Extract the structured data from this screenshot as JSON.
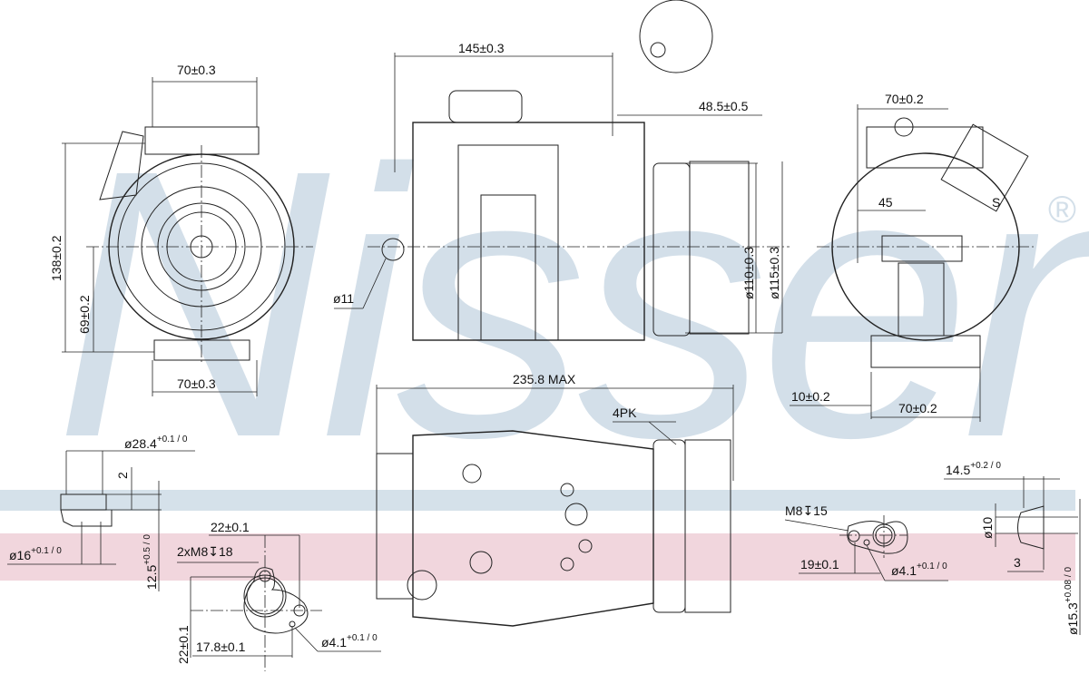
{
  "watermark": {
    "brand": "Nissens",
    "registered": "®"
  },
  "colors": {
    "band_blue": "#d5e1ea",
    "band_pink": "#f1d6dd",
    "watermark": "#d3dfe9",
    "line": "#222222"
  },
  "front_view": {
    "top_width": "70±0.3",
    "bottom_width": "70±0.3",
    "height": "138±0.2",
    "axis_height": "69±0.2"
  },
  "side_view": {
    "length": "145±0.3",
    "pulley_offset": "48.5±0.5",
    "mount_hole": "ø11",
    "pulley_inner": "ø110±0.3",
    "pulley_outer": "ø115±0.3"
  },
  "rear_view": {
    "top_width": "70±0.2",
    "offset": "45",
    "bottom_offset": "10±0.2",
    "bottom_width": "70±0.2",
    "connector_label": "S"
  },
  "top_view": {
    "overall_length": "235.8 MAX",
    "belt": "4PK"
  },
  "port_section": {
    "outer_dia": "ø28.4",
    "outer_dia_tol": "+0.1 / 0",
    "depth": "2",
    "inner_dia": "ø16",
    "inner_dia_tol": "+0.1 / 0",
    "height": "12.5",
    "height_tol": "+0.5 / 0"
  },
  "flange_left": {
    "spacing_x": "22±0.1",
    "threads": "2xM8↧18",
    "offset_x": "17.8±0.1",
    "spacing_y": "22±0.1",
    "pin_dia": "ø4.1",
    "pin_dia_tol": "+0.1 / 0"
  },
  "flange_right": {
    "thread": "M8↧15",
    "offset": "19±0.1",
    "pin_dia": "ø4.1",
    "pin_dia_tol": "+0.1 / 0"
  },
  "fitting_section": {
    "width": "14.5",
    "width_tol": "+0.2 / 0",
    "bore": "ø10",
    "lip": "3",
    "outer_dia": "ø15.3",
    "outer_dia_tol": "+0.08 / 0"
  }
}
